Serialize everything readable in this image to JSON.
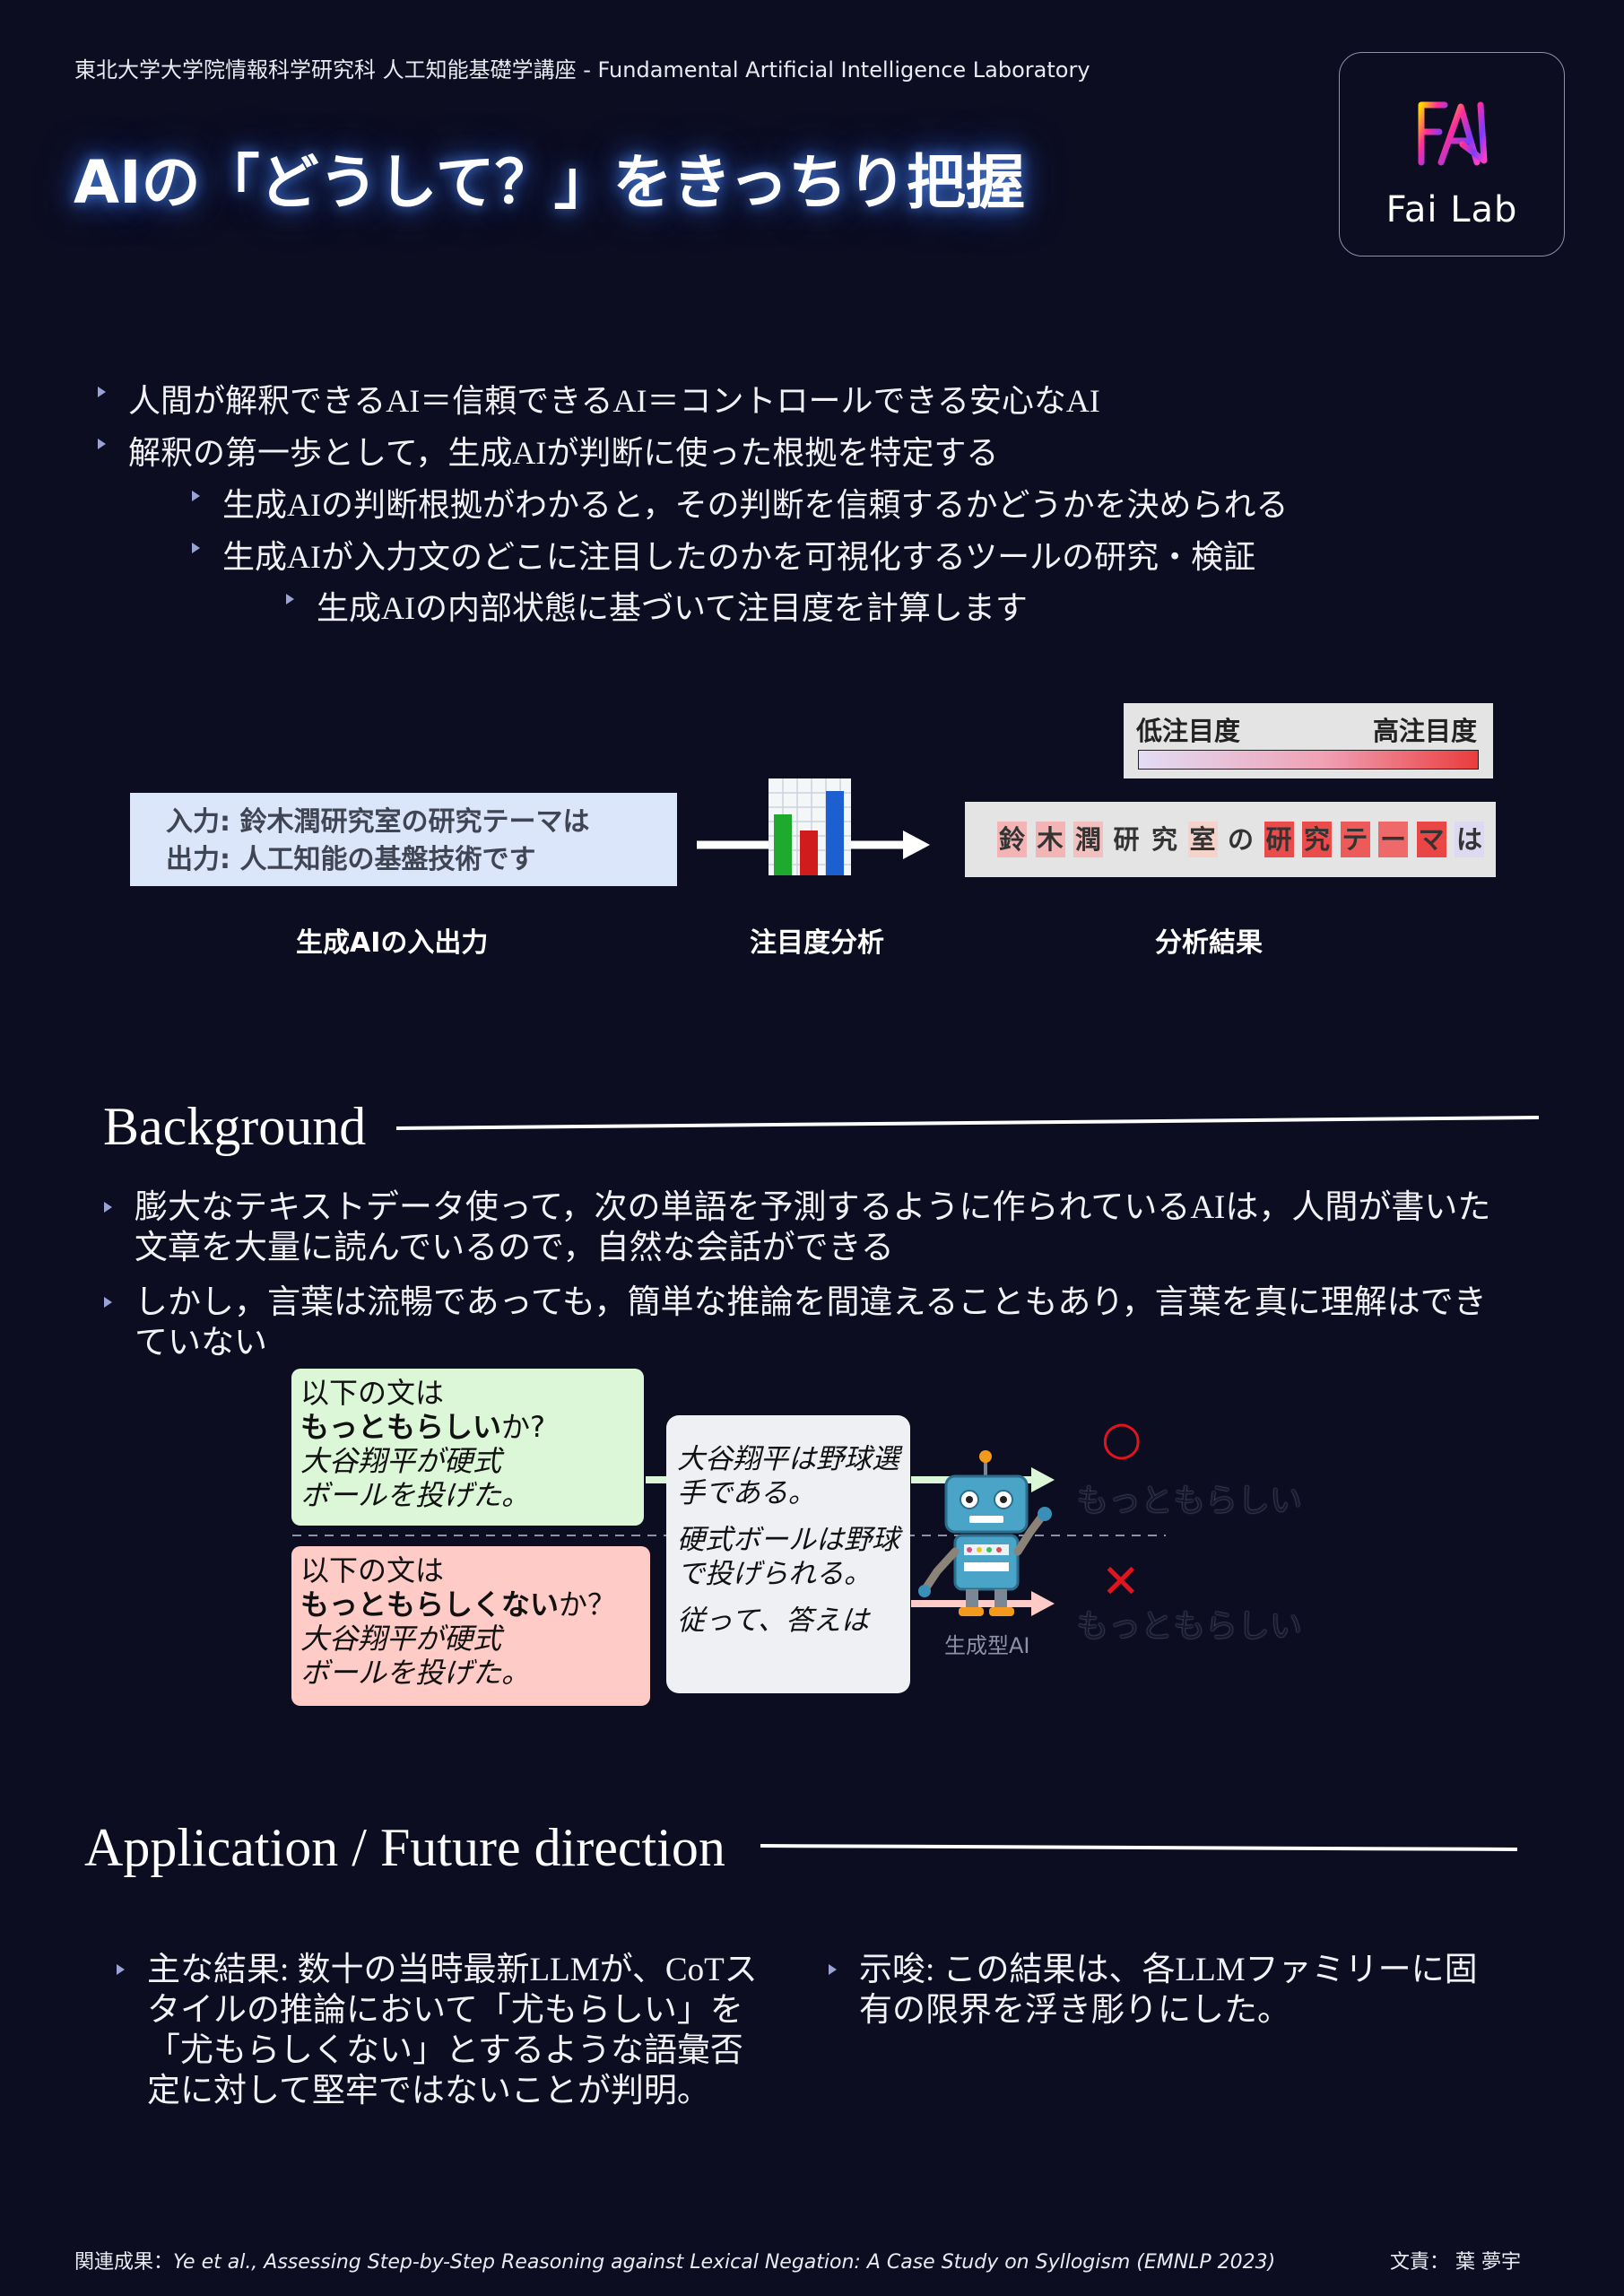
{
  "header": {
    "lab_line": "東北大学大学院情報科学研究科 人工知能基礎学講座 - Fundamental Artificial Intelligence Laboratory",
    "title": "AIの「どうして？」をきっちり把握",
    "logo_text": "Fai Lab"
  },
  "intro": {
    "bullets": [
      "人間が解釈できるAI＝信頼できるAI＝コントロールできる安心なAI",
      "解釈の第一歩として，生成AIが判断に使った根拠を特定する",
      "生成AIの判断根拠がわかると，その判断を信頼するかどうかを決められる",
      "生成AIが入力文のどこに注目したのかを可視化するツールの研究・検証",
      "生成AIの内部状態に基づいて注目度を計算します"
    ]
  },
  "diagram": {
    "input_line": "入力: 鈴木潤研究室の研究テーマは",
    "output_line": "出力: 人工知能の基盤技術です",
    "label_io": "生成AIの入出力",
    "label_analysis": "注目度分析",
    "label_result": "分析結果",
    "legend_low": "低注目度",
    "legend_high": "高注目度",
    "tokens": [
      {
        "t": "鈴",
        "c": "#f2b4b4"
      },
      {
        "t": "木",
        "c": "#f2b4b4"
      },
      {
        "t": "潤",
        "c": "#f3c0c0"
      },
      {
        "t": "研",
        "c": "#e4e4e4"
      },
      {
        "t": "究",
        "c": "#e4e4e4"
      },
      {
        "t": "室",
        "c": "#f5d3cb"
      },
      {
        "t": "の",
        "c": "#e4e4e4"
      },
      {
        "t": "研",
        "c": "#ea4b4b"
      },
      {
        "t": "究",
        "c": "#ea4b4b"
      },
      {
        "t": "テ",
        "c": "#ec5a5a"
      },
      {
        "t": "ー",
        "c": "#ee6a6a"
      },
      {
        "t": "マ",
        "c": "#e94646"
      },
      {
        "t": "は",
        "c": "#dcd9f0"
      }
    ]
  },
  "background": {
    "title": "Background",
    "bullets": [
      "膨大なテキストデータ使って，次の単語を予測するように作られているAIは，人間が書いた文章を大量に読んでいるので，自然な会話ができる",
      "しかし，言葉は流暢であっても，簡単な推論を間違えることもあり，言葉を真に理解はできていない"
    ]
  },
  "example": {
    "q1_l1": "以下の文は",
    "q1_bold": "もっともらしい",
    "q1_tail": "か?",
    "q1_l3": "大谷翔平が硬式",
    "q1_l4": "ボールを投げた。",
    "q2_l1": "以下の文は",
    "q2_bold": "もっともらしくない",
    "q2_tail": "か？",
    "q2_l3": "大谷翔平が硬式",
    "q2_l4": "ボールを投げた。",
    "answer_p1": "大谷翔平は野球選手である。",
    "answer_p2": "硬式ボールは野球で投げられる。",
    "answer_p3": "従って、答えは",
    "robot_label": "生成型AI",
    "out1_mark": "○",
    "out1_text": "もっともらしい",
    "out2_mark": "✕",
    "out2_text": "もっともらしい"
  },
  "application": {
    "title": "Application / Future direction",
    "bullet_left": "主な結果: 数十の当時最新LLMが、CoTスタイルの推論において「尤もらしい」を「尤もらしくない」とするような語彙否定に対して堅牢ではないことが判明。",
    "bullet_right": "示唆: この結果は、各LLMファミリーに固有の限界を浮き彫りにした。"
  },
  "footer": {
    "prefix": "関連成果：",
    "citation": "Ye et al., Assessing Step-by-Step Reasoning against Lexical Negation: A Case Study on Syllogism (EMNLP 2023)",
    "author": "文責： 葉 夢宇"
  },
  "colors": {
    "background": "#0c0d21",
    "accent_glow": "#3f6cc2",
    "io_box": "#dbe6fb",
    "plausible_card": "#dcf6d8",
    "implausible_card": "#ffcbc6",
    "circle_mark": "#e0141e",
    "cross_mark": "#e0141e"
  }
}
